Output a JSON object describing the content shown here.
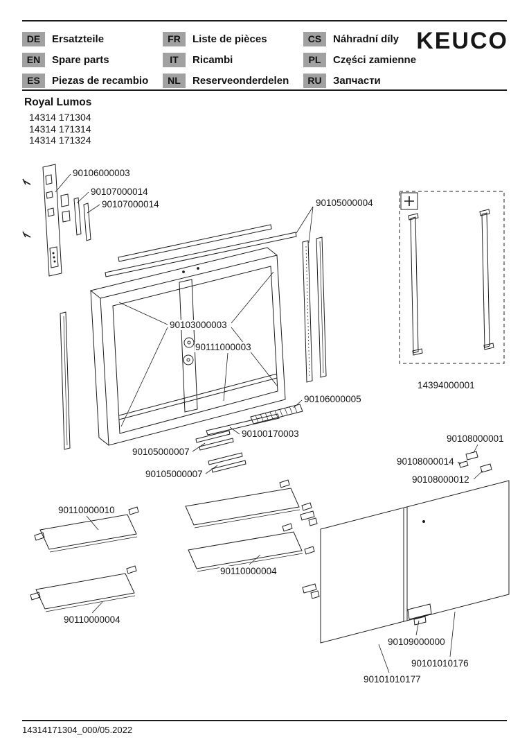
{
  "brand": {
    "logo_text": "KEUCO"
  },
  "header": {
    "columns": [
      {
        "items": [
          {
            "code": "DE",
            "label": "Ersatzteile"
          },
          {
            "code": "EN",
            "label": "Spare parts"
          },
          {
            "code": "ES",
            "label": "Piezas de recambio"
          }
        ]
      },
      {
        "items": [
          {
            "code": "FR",
            "label": "Liste de pièces"
          },
          {
            "code": "IT",
            "label": "Ricambi"
          },
          {
            "code": "NL",
            "label": "Reserveonderdelen"
          }
        ]
      },
      {
        "items": [
          {
            "code": "CS",
            "label": "Náhradní díly"
          },
          {
            "code": "PL",
            "label": "Części zamienne"
          },
          {
            "code": "RU",
            "label": "Запчасти"
          }
        ]
      }
    ]
  },
  "product": {
    "name": "Royal Lumos",
    "models": [
      "14314 171304",
      "14314 171314",
      "14314 171324"
    ]
  },
  "diagram": {
    "labels": [
      {
        "part": "90106000003"
      },
      {
        "part": "90107000014"
      },
      {
        "part": "90107000014"
      },
      {
        "part": "90105000004"
      },
      {
        "part": "90103000003"
      },
      {
        "part": "90111000003"
      },
      {
        "part": "90106000005"
      },
      {
        "part": "90100170003"
      },
      {
        "part": "90105000007"
      },
      {
        "part": "90105000007"
      },
      {
        "part": "14394000001"
      },
      {
        "part": "90108000001"
      },
      {
        "part": "90108000014"
      },
      {
        "part": "90108000012"
      },
      {
        "part": "90110000010"
      },
      {
        "part": "90110000004"
      },
      {
        "part": "90110000004"
      },
      {
        "part": "90109000000"
      },
      {
        "part": "90101010176"
      },
      {
        "part": "90101010177"
      }
    ]
  },
  "footer": {
    "doc_code": "14314171304_000/05.2022"
  }
}
